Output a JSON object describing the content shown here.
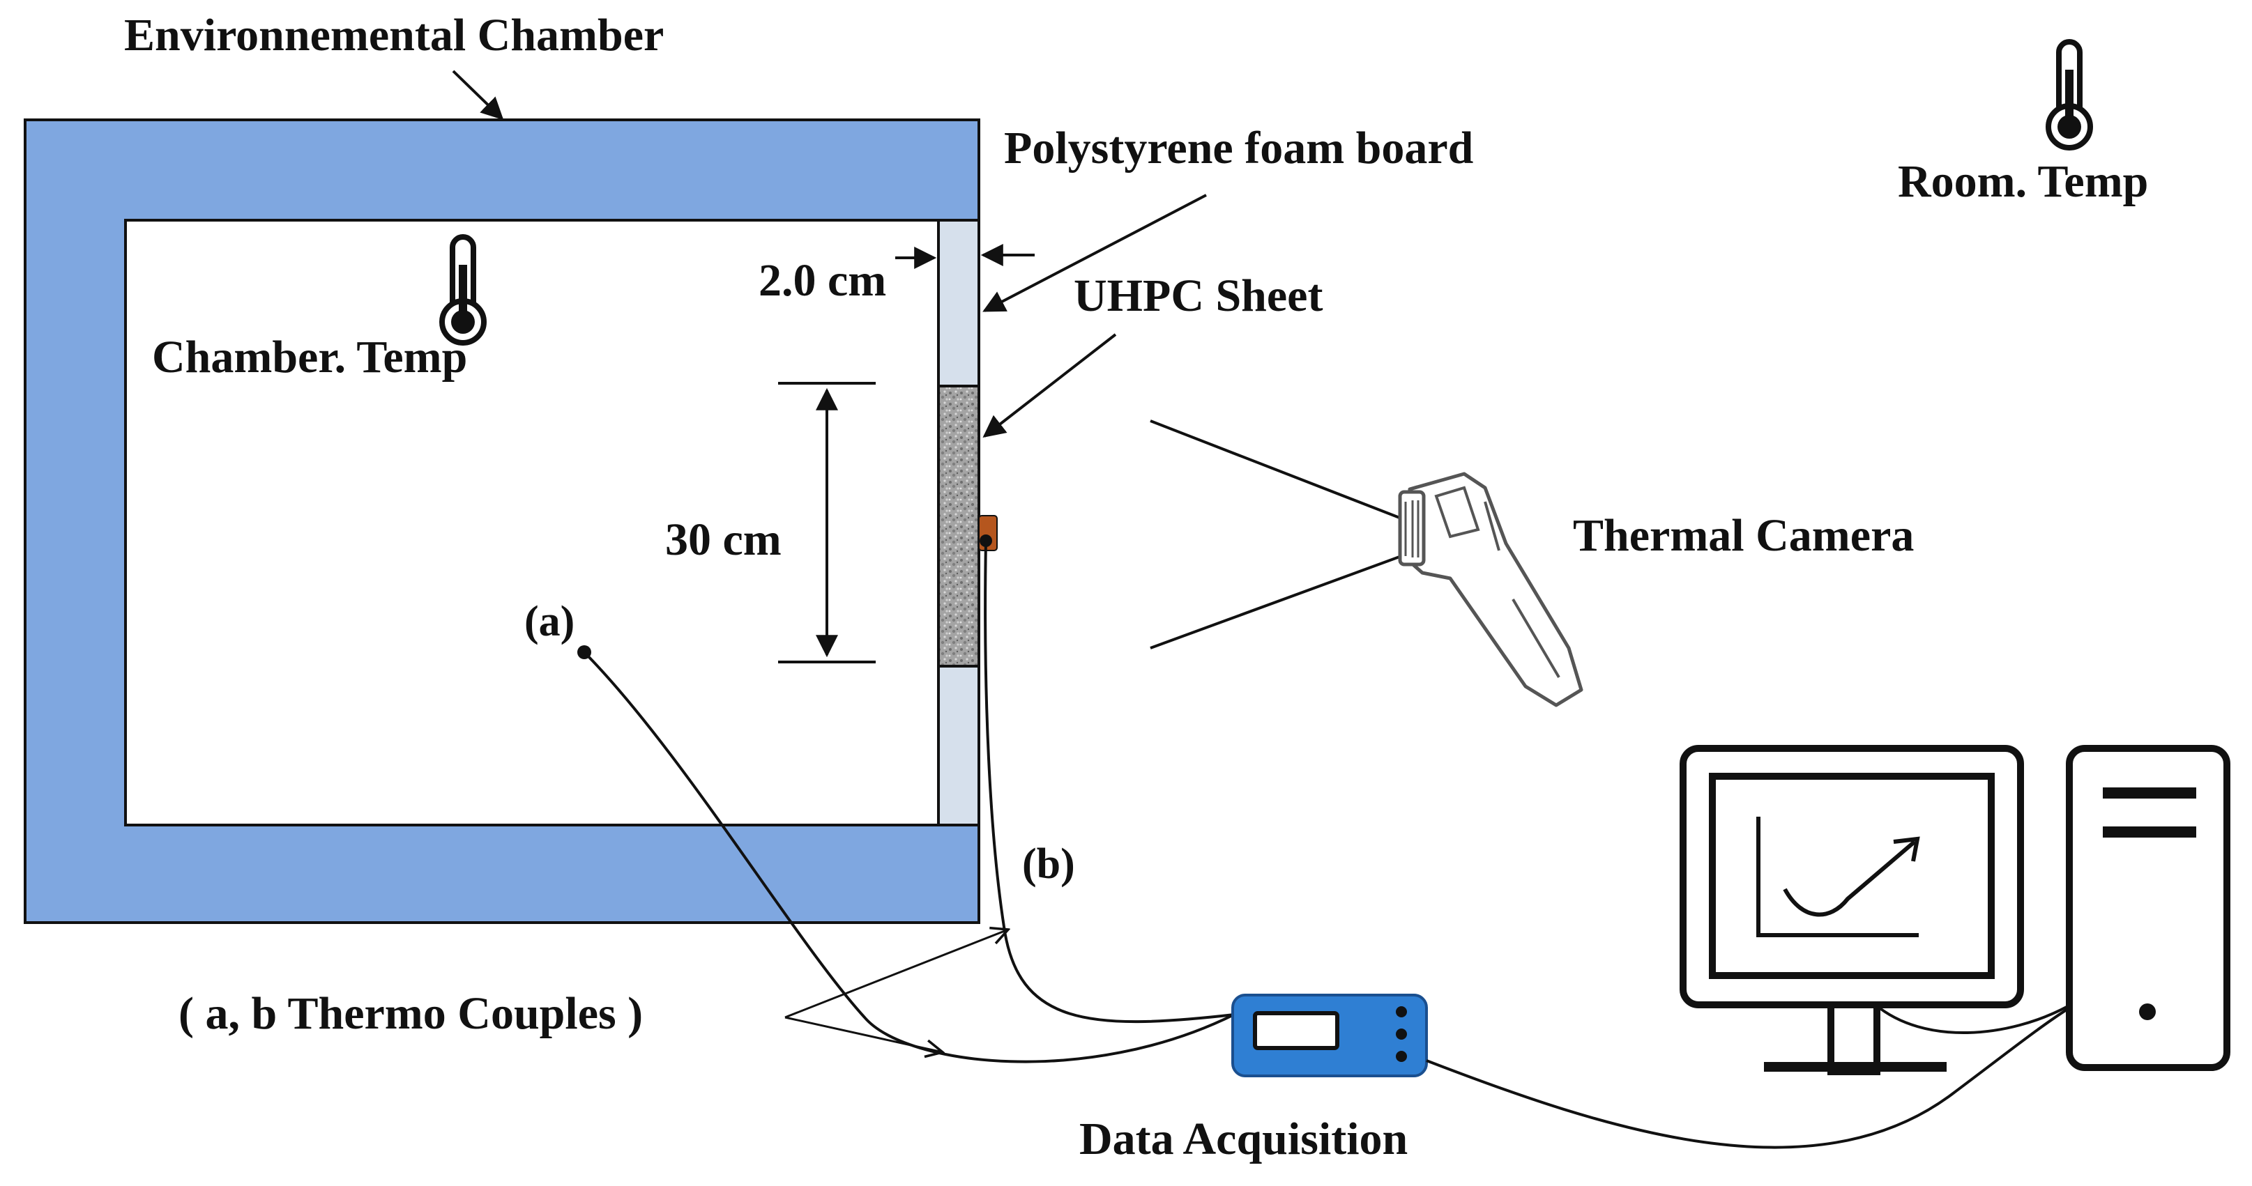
{
  "labels": {
    "environmental_chamber": "Environnemental Chamber",
    "polystyrene": "Polystyrene foam board",
    "room_temp": "Room. Temp",
    "thickness": "2.0 cm",
    "uhpc_sheet": "UHPC Sheet",
    "chamber_temp": "Chamber. Temp",
    "height": "30 cm",
    "point_a": "(a)",
    "point_b": "(b)",
    "thermal_camera": "Thermal Camera",
    "thermocouples": "( a, b Thermo Couples )",
    "data_acquisition": "Data Acquisition"
  },
  "colors": {
    "chamber_wall": "#7FA7E0",
    "foam_board": "#D6E0EC",
    "uhpc_sheet": "#9A9A9A",
    "sensor_patch": "#B5561E",
    "daq_box": "#2F7FD3",
    "ink": "#111111"
  },
  "icons": {
    "chamber_thermometer": "thermometer-icon",
    "room_thermometer": "thermometer-icon",
    "camera": "thermal-camera-icon",
    "daq": "data-logger-icon",
    "computer": "desktop-computer-icon"
  }
}
